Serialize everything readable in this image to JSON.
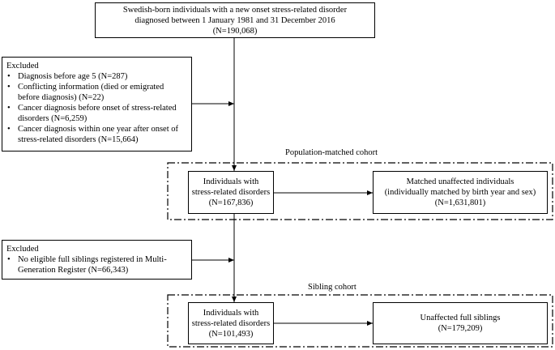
{
  "top_box": {
    "lines": [
      "Swedish-born individuals with a new onset stress-related disorder",
      "diagnosed between 1 January 1981 and 31 December 2016",
      "(N=190,068)"
    ]
  },
  "exclusion1": {
    "title": "Excluded",
    "items": [
      "Diagnosis before age 5 (N=287)",
      "Conflicting information (died or emigrated before diagnosis) (N=22)",
      "Cancer diagnosis before onset of stress-related disorders (N=6,259)",
      "Cancer diagnosis within one year after onset of stress-related disorders (N=15,664)"
    ]
  },
  "population_cohort": {
    "label": "Population-matched cohort",
    "left_box": {
      "lines": [
        "Individuals with",
        "stress-related disorders",
        "(N=167,836)"
      ]
    },
    "right_box": {
      "lines": [
        "Matched unaffected individuals",
        "(individually matched by birth year and sex)",
        "(N=1,631,801)"
      ]
    }
  },
  "exclusion2": {
    "title": "Excluded",
    "items": [
      "No eligible full siblings registered in Multi-Generation Register (N=66,343)"
    ]
  },
  "sibling_cohort": {
    "label": "Sibling cohort",
    "left_box": {
      "lines": [
        "Individuals with",
        "stress-related disorders",
        "(N=101,493)"
      ]
    },
    "right_box": {
      "lines": [
        "Unaffected full siblings",
        "(N=179,209)"
      ]
    }
  }
}
